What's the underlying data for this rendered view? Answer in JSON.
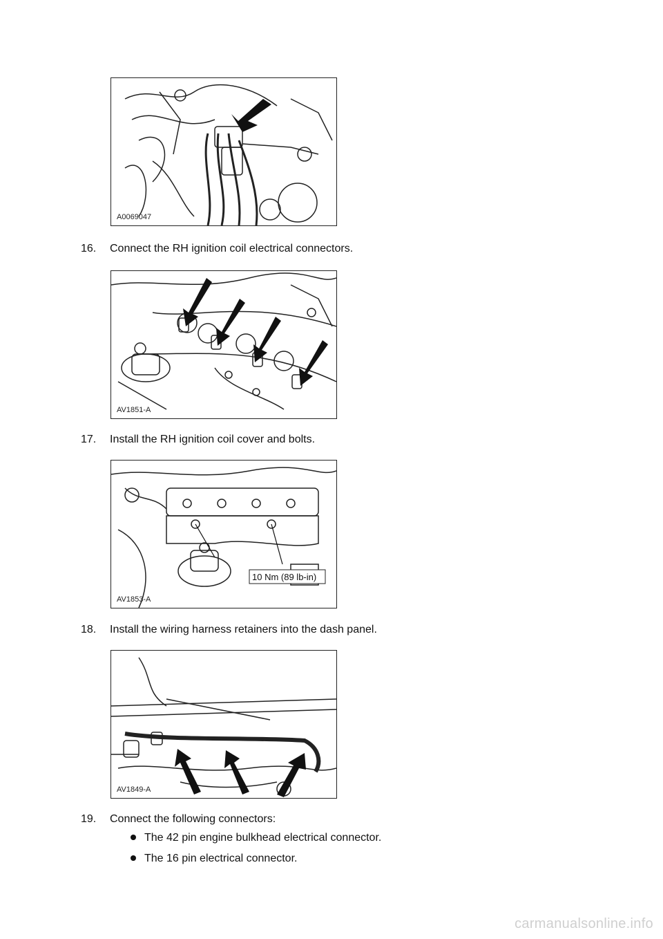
{
  "figures": [
    {
      "id": "A0069047"
    },
    {
      "id": "AV1851-A"
    },
    {
      "id": "AV1853-A",
      "callout": "10 Nm (89 lb-in)"
    },
    {
      "id": "AV1849-A"
    }
  ],
  "steps": [
    {
      "num": "16.",
      "text": "Connect the RH ignition coil electrical connectors."
    },
    {
      "num": "17.",
      "text": "Install the RH ignition coil cover and bolts."
    },
    {
      "num": "18.",
      "text": "Install the wiring harness retainers into the dash panel."
    },
    {
      "num": "19.",
      "text": "Connect the following connectors:"
    }
  ],
  "bullets": [
    "The 42 pin engine bulkhead electrical connector.",
    "The 16 pin electrical connector."
  ],
  "footer": "carmanualsonline.info"
}
